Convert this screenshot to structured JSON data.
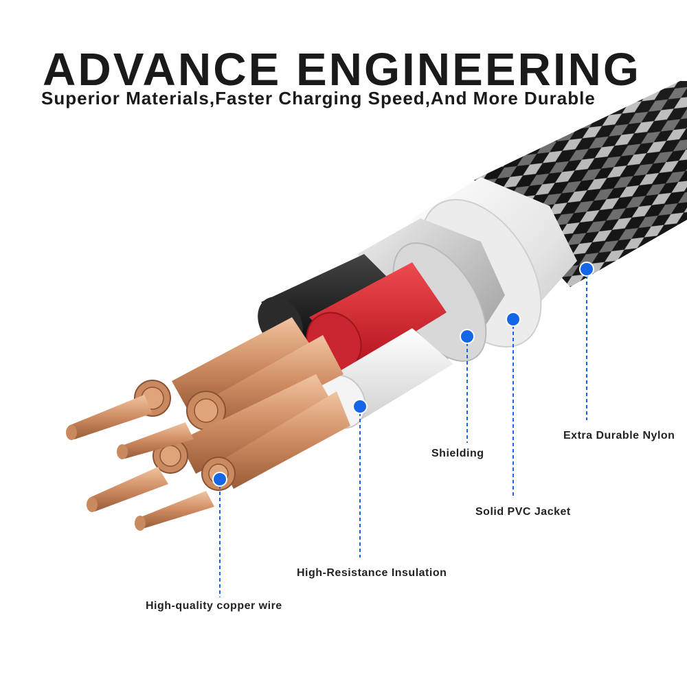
{
  "header": {
    "title": "ADVANCE ENGINEERING",
    "subtitle": "Superior Materials,Faster Charging Speed,And More Durable"
  },
  "callouts": {
    "nylon": "Extra Durable Nylon",
    "shielding": "Shielding",
    "pvc": "Solid PVC Jacket",
    "insulation": "High-Resistance Insulation",
    "copper": "High-quality copper wire"
  },
  "colors": {
    "marker": "#1565e8",
    "copper": "#d4946c",
    "red_insulation": "#d42a33",
    "black_insulation": "#1c1c1c",
    "white_insulation": "#f2f2f2",
    "shielding": "#c9c9c9",
    "pvc_jacket": "#e6e6e6",
    "nylon_braid": "#1a1a1a"
  }
}
